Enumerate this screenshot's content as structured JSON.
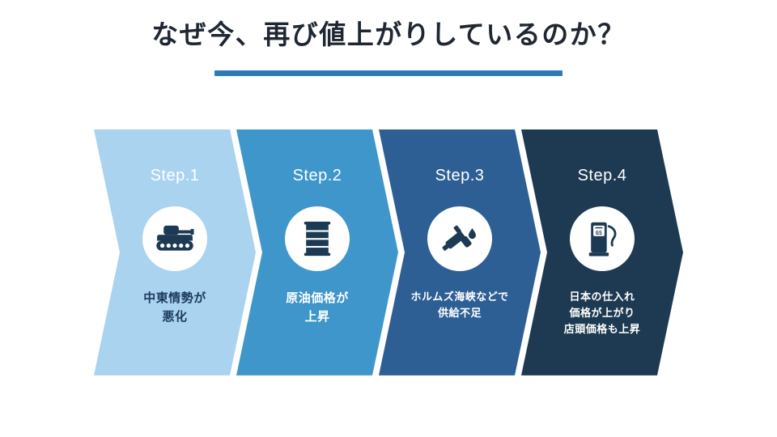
{
  "title": "なぜ今、再び値上がりしているのか？",
  "accent_color": "#2e7ab8",
  "icon_color": "#1d3a54",
  "steps": [
    {
      "label": "Step.1",
      "icon": "tank-icon",
      "description": "中東情勢が\n悪化",
      "color": "#a9d3ee",
      "text_color": "#1d3a5f"
    },
    {
      "label": "Step.2",
      "icon": "oil-drum-icon",
      "description": "原油価格が\n上昇",
      "color": "#3f96cb",
      "text_color": "#ffffff"
    },
    {
      "label": "Step.3",
      "icon": "fuel-nozzle-icon",
      "description": "ホルムズ海峡などで\n供給不足",
      "color": "#2d5e94",
      "text_color": "#ffffff"
    },
    {
      "label": "Step.4",
      "icon": "gas-station-icon",
      "description": "日本の仕入れ\n価格が上がり\n店頭価格も上昇",
      "color": "#1d3a52",
      "text_color": "#ffffff"
    }
  ]
}
